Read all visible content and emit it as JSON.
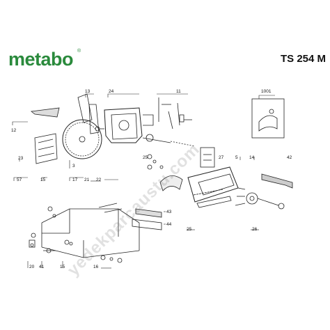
{
  "header": {
    "brand": "metabo",
    "brand_mark": "®",
    "model": "TS 254 M"
  },
  "watermark": "yedekparcaustu.com",
  "part_numbers": {
    "p13": "13",
    "p24": "24",
    "p11": "11",
    "p1001": "1001",
    "p12": "12",
    "p23": "23",
    "p3": "3",
    "p25a": "25",
    "p27": "27",
    "p5": "5",
    "p14": "14",
    "p42": "42",
    "p57": "57",
    "p15a": "15",
    "p17": "17",
    "p21": "21",
    "p22": "22",
    "p43": "43",
    "p44": "44",
    "p25b": "25",
    "p26": "26",
    "p20": "20",
    "p41": "41",
    "p15b": "15",
    "p16": "16"
  },
  "colors": {
    "brand": "#2a8a3c",
    "line": "#222222",
    "text": "#111111"
  }
}
